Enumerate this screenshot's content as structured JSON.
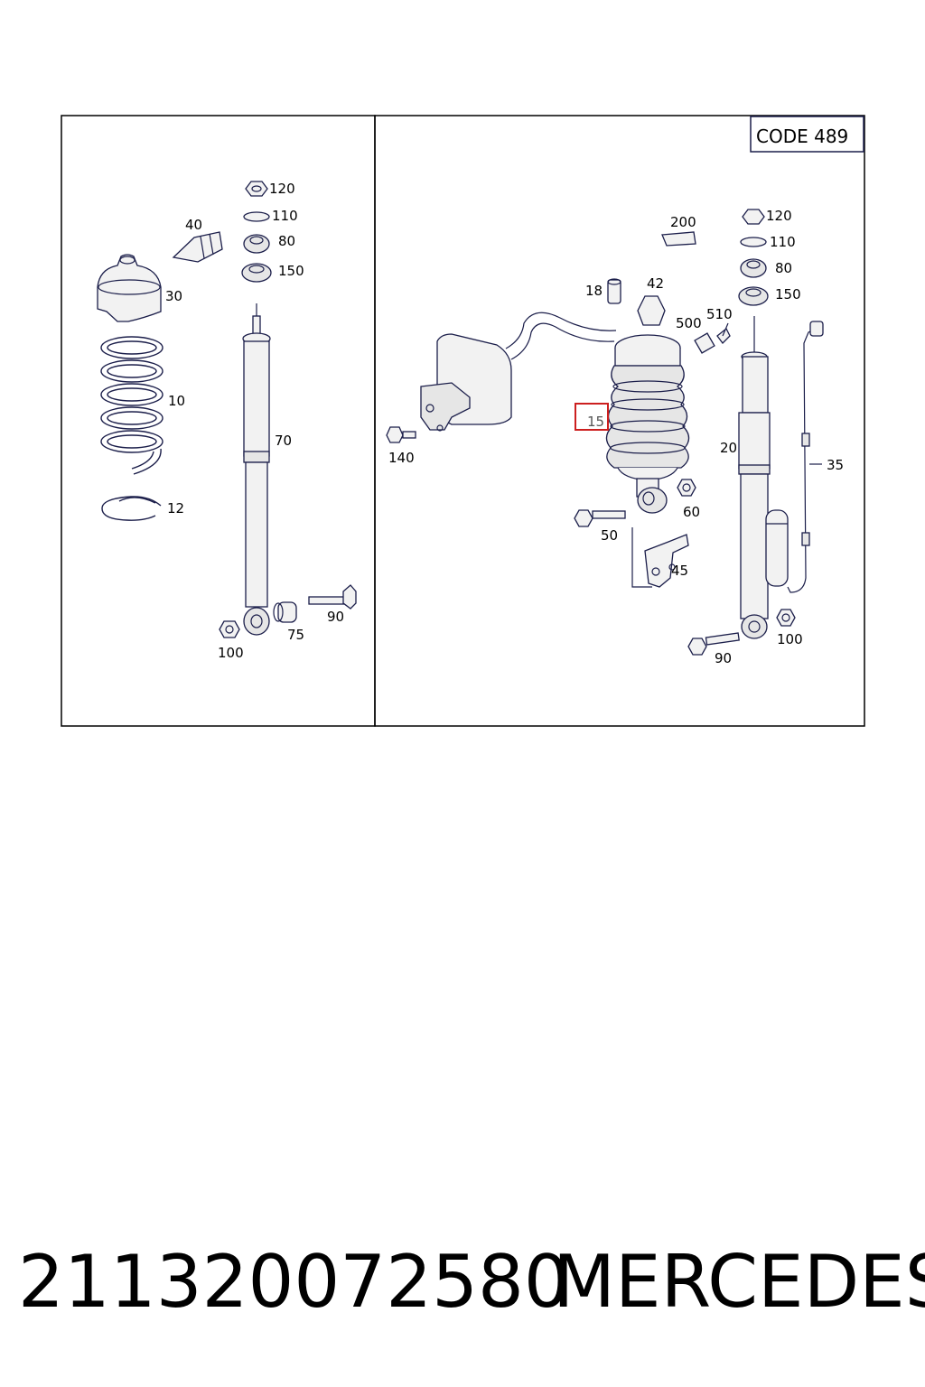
{
  "code_label": "CODE 489",
  "left_callouts": {
    "c120": "120",
    "c110": "110",
    "c80": "80",
    "c150": "150",
    "c40": "40",
    "c30": "30",
    "c10": "10",
    "c70": "70",
    "c12": "12",
    "c100": "100",
    "c75": "75",
    "c90": "90"
  },
  "right_callouts": {
    "c200": "200",
    "c120": "120",
    "c110": "110",
    "c80": "80",
    "c150": "150",
    "c18": "18",
    "c42": "42",
    "c500": "500",
    "c510": "510",
    "c15": "15",
    "c140": "140",
    "c20": "20",
    "c35": "35",
    "c60": "60",
    "c50": "50",
    "c45": "45",
    "c100": "100",
    "c90": "90"
  },
  "highlight": {
    "callout": "15",
    "color": "#cc1f1f"
  },
  "footer": {
    "part_number": "211320072580",
    "brand": "MERCEDES"
  }
}
